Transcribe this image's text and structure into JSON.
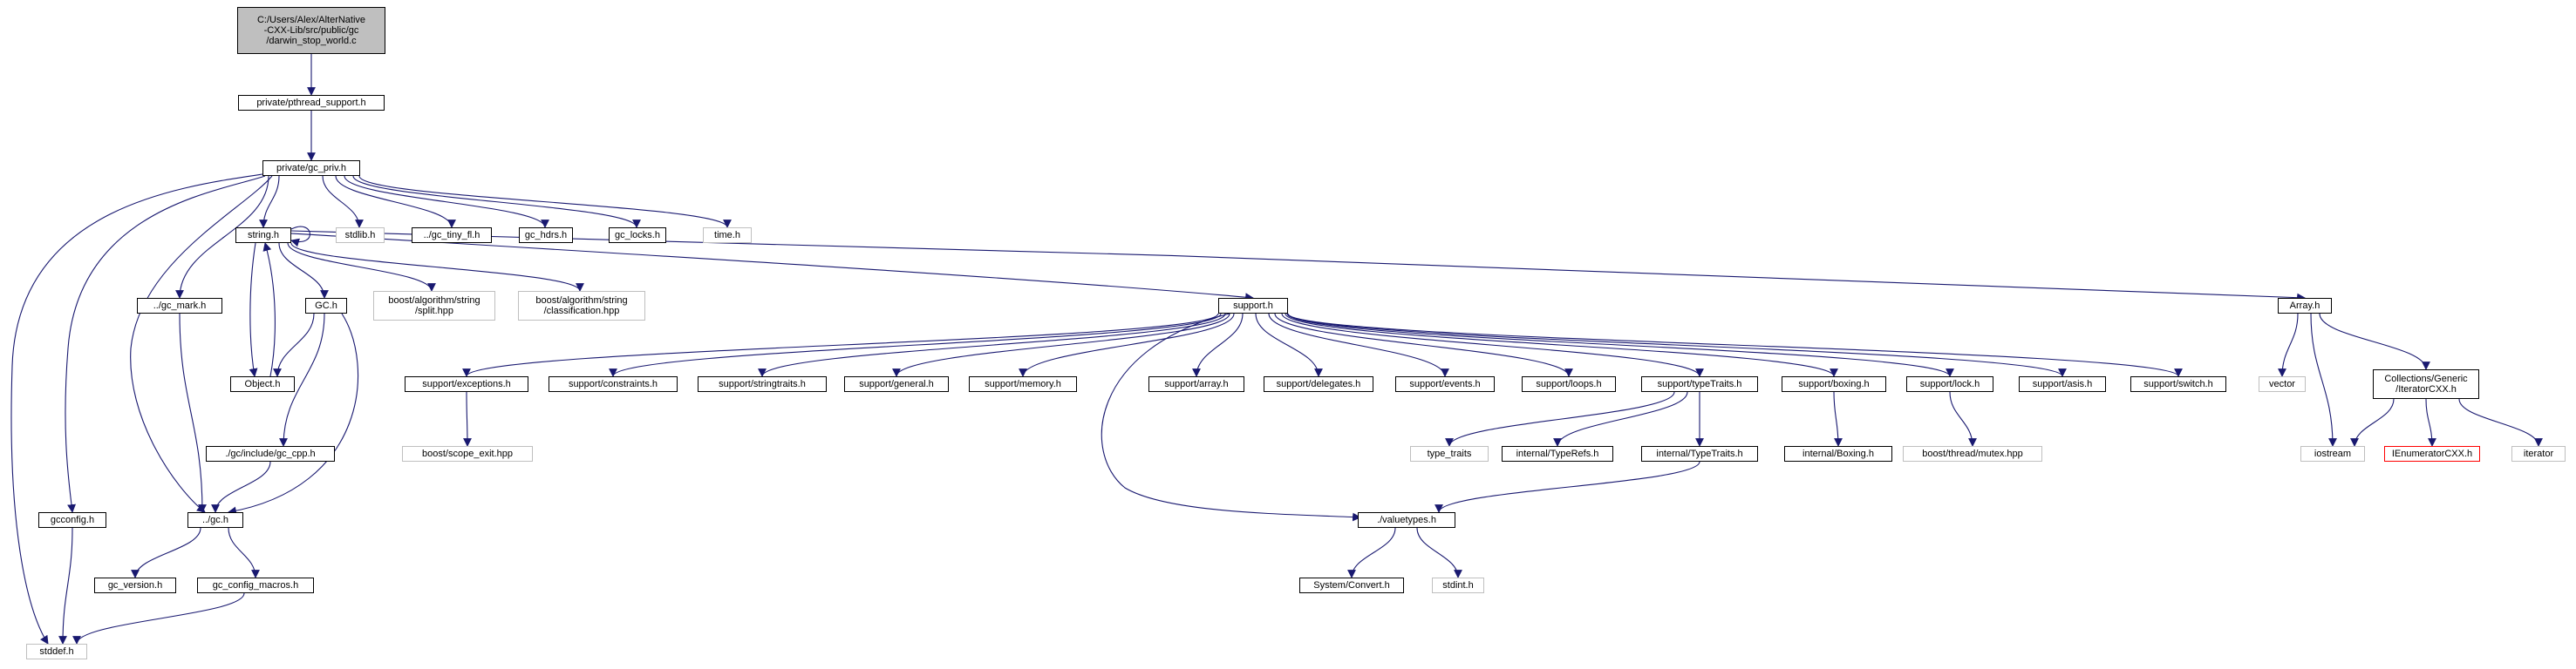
{
  "colors": {
    "edge": "#191970",
    "border": "#000000",
    "external_border": "#bfbfbf",
    "root_fill": "#bfbfbf",
    "missing_border": "#ff0000"
  },
  "nodes": {
    "darwin_stop_world": "C:/Users/Alex/AlterNative\n-CXX-Lib/src/public/gc\n/darwin_stop_world.c",
    "pthread_support": "private/pthread_support.h",
    "gc_priv": "private/gc_priv.h",
    "string_h": "string.h",
    "stdlib_h": "stdlib.h",
    "gc_tiny_fl": "../gc_tiny_fl.h",
    "gc_hdrs": "gc_hdrs.h",
    "gc_locks": "gc_locks.h",
    "time_h": "time.h",
    "gc_mark": "../gc_mark.h",
    "GC_h": "GC.h",
    "boost_split": "boost/algorithm/string\n/split.hpp",
    "boost_classification": "boost/algorithm/string\n/classification.hpp",
    "Object_h": "Object.h",
    "gc_include_cpp": "./gc/include/gc_cpp.h",
    "gcconfig": "gcconfig.h",
    "gc_h": "../gc.h",
    "gc_version": "gc_version.h",
    "gc_config_macros": "gc_config_macros.h",
    "stddef_h": "stddef.h",
    "support_h": "support.h",
    "support_exceptions": "support/exceptions.h",
    "support_constraints": "support/constraints.h",
    "support_stringtraits": "support/stringtraits.h",
    "support_general": "support/general.h",
    "support_memory": "support/memory.h",
    "support_array": "support/array.h",
    "support_delegates": "support/delegates.h",
    "support_events": "support/events.h",
    "support_loops": "support/loops.h",
    "support_typeTraits": "support/typeTraits.h",
    "support_boxing": "support/boxing.h",
    "support_lock": "support/lock.h",
    "support_asis": "support/asis.h",
    "support_switch": "support/switch.h",
    "boost_scope_exit": "boost/scope_exit.hpp",
    "type_traits": "type_traits",
    "internal_TypeRefs": "internal/TypeRefs.h",
    "internal_TypeTraits": "internal/TypeTraits.h",
    "internal_Boxing": "internal/Boxing.h",
    "boost_mutex": "boost/thread/mutex.hpp",
    "valuetypes": "./valuetypes.h",
    "System_Convert": "System/Convert.h",
    "stdint_h": "stdint.h",
    "Array_h": "Array.h",
    "vector": "vector",
    "Collections_IteratorCXX": "Collections/Generic\n/IteratorCXX.h",
    "iostream": "iostream",
    "IEnumeratorCXX": "IEnumeratorCXX.h",
    "iterator": "iterator"
  }
}
